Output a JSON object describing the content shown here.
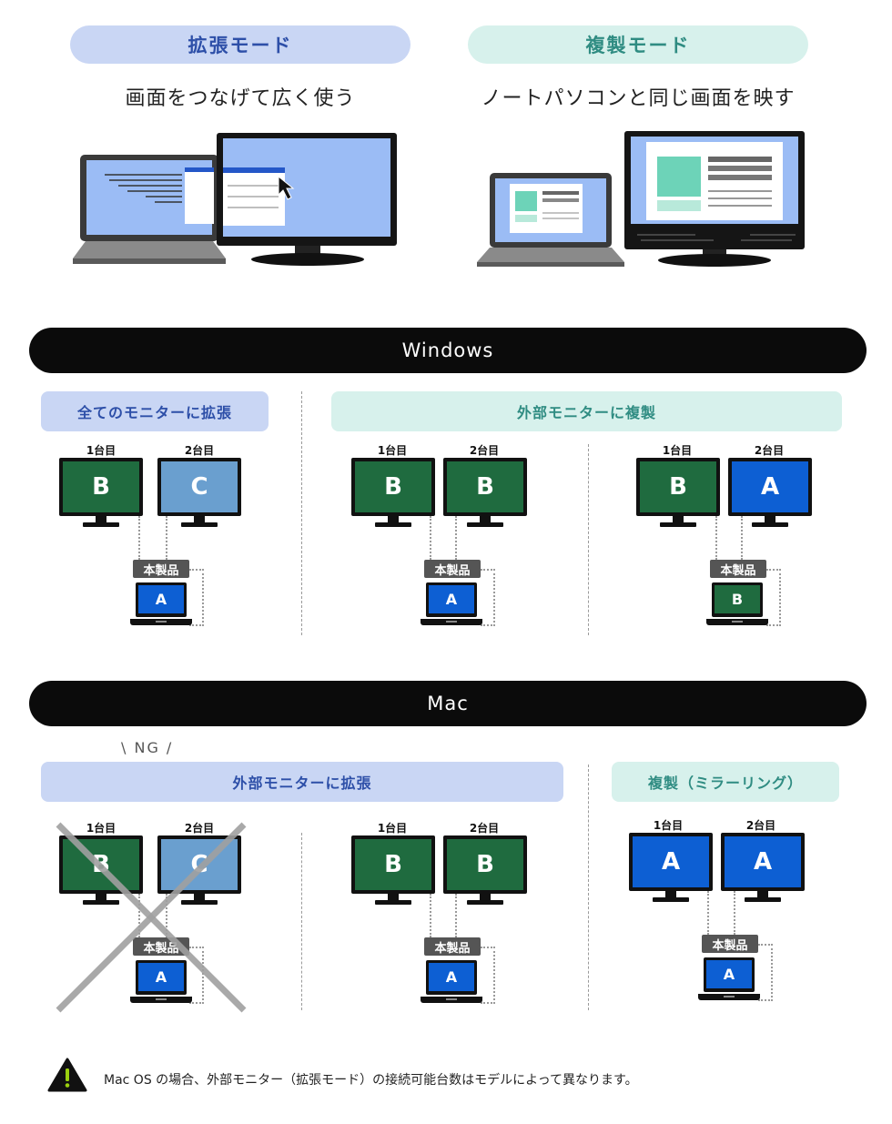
{
  "top": {
    "extend": {
      "label": "拡張モード",
      "desc": "画面をつなげて広く使う"
    },
    "mirror": {
      "label": "複製モード",
      "desc": "ノートパソコンと同じ画面を映す"
    }
  },
  "windows": {
    "bar": "Windows",
    "extend_all": "全てのモニターに拡張",
    "mirror_external": "外部モニターに複製"
  },
  "mac": {
    "bar": "Mac",
    "ng": "\\ NG /",
    "extend_external": "外部モニターに拡張",
    "mirror": "複製（ミラーリング）"
  },
  "labels": {
    "first": "1台目",
    "second": "2台目",
    "product": "本製品"
  },
  "screens": {
    "a": "A",
    "b": "B",
    "c": "C"
  },
  "note": "Mac OS の場合、外部モニター（拡張モード）の接続可能台数はモデルによって異なります。",
  "colors": {
    "green": "#1f6b3f",
    "light_blue": "#6a9fcf",
    "blue": "#0d5fd3",
    "warning": "#9bd10f"
  }
}
